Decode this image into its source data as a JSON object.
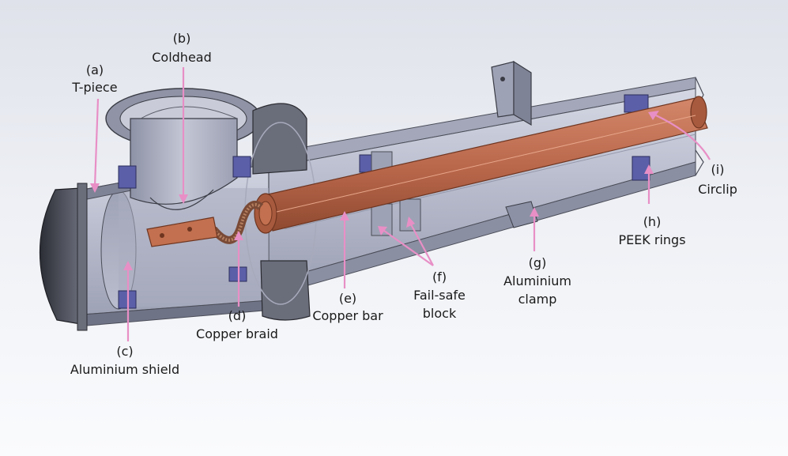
{
  "labels": {
    "a": {
      "letter": "(a)",
      "name": "T-piece"
    },
    "b": {
      "letter": "(b)",
      "name": "Coldhead"
    },
    "c": {
      "letter": "(c)",
      "name": "Aluminium shield"
    },
    "d": {
      "letter": "(d)",
      "name": "Copper braid"
    },
    "e": {
      "letter": "(e)",
      "name": "Copper bar"
    },
    "f": {
      "letter": "(f)",
      "name1": "Fail-safe",
      "name2": "block"
    },
    "g": {
      "letter": "(g)",
      "name1": "Aluminium",
      "name2": "clamp"
    },
    "h": {
      "letter": "(h)",
      "name": "PEEK rings"
    },
    "i": {
      "letter": "(i)",
      "name": "Circlip"
    }
  },
  "colors": {
    "arrow": "#e88fc6",
    "aluminium": "#b9bdd0",
    "aluminium_dark": "#8d91a6",
    "copper": "#c2704f",
    "copper_dark": "#8f4a30",
    "peek": "#5b5fa8",
    "shell_dark": "#5f6270"
  }
}
